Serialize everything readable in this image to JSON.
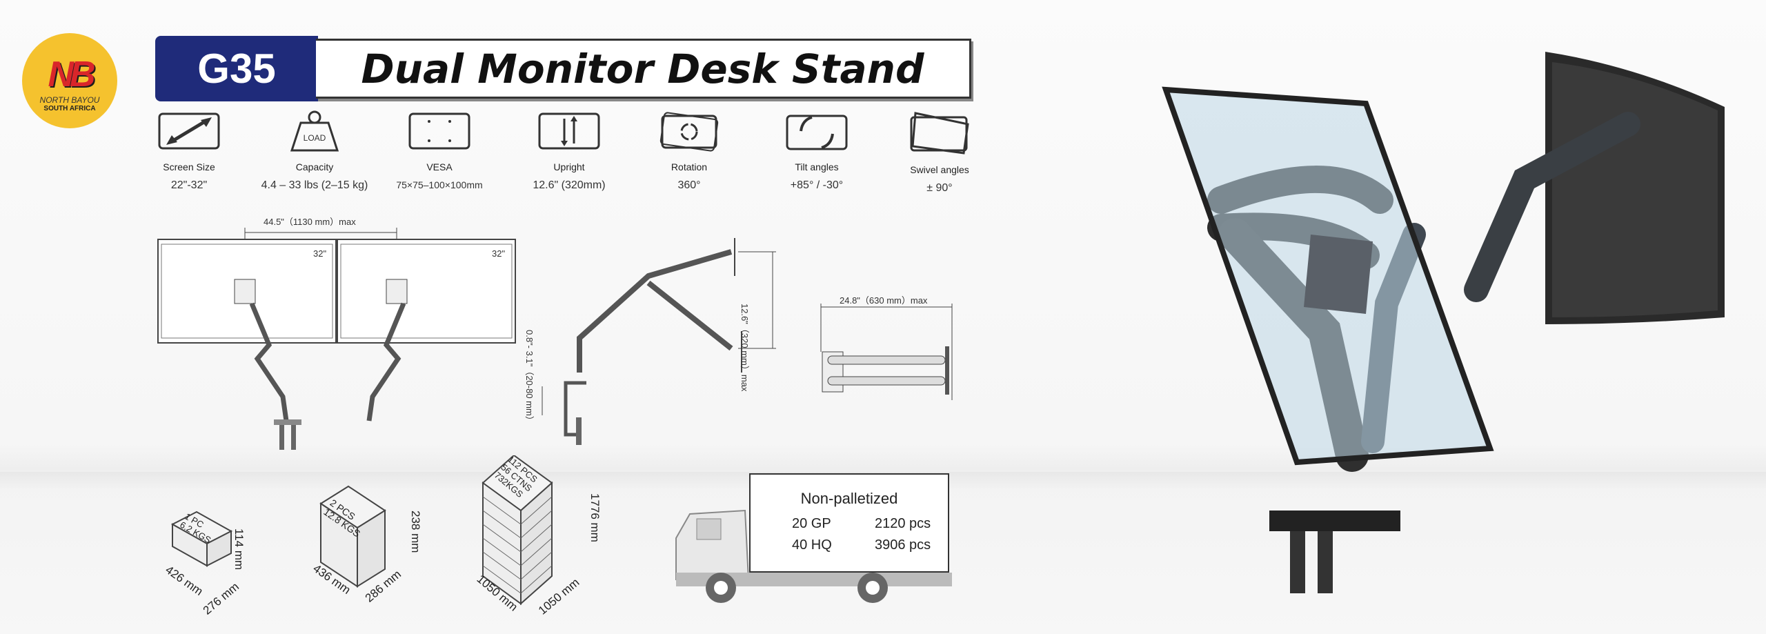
{
  "brand": {
    "logo_text": "NB",
    "name": "NORTH BAYOU",
    "region": "SOUTH AFRICA"
  },
  "header": {
    "model": "G35",
    "title": "Dual Monitor Desk Stand"
  },
  "specs": [
    {
      "icon": "diagonal-arrow-icon",
      "label": "Screen Size",
      "value": "22\"-32\""
    },
    {
      "icon": "weight-load-icon",
      "icon_text": "LOAD",
      "label": "Capacity",
      "value": "4.4 – 33 lbs (2–15 kg)"
    },
    {
      "icon": "vesa-holes-icon",
      "label": "VESA",
      "value": "75×75–100×100mm"
    },
    {
      "icon": "up-down-arrows-icon",
      "label": "Upright",
      "value": "12.6\" (320mm)"
    },
    {
      "icon": "rotation-icon",
      "label": "Rotation",
      "value": "360°"
    },
    {
      "icon": "tilt-icon",
      "label": "Tilt angles",
      "value": "+85°  /  -30°"
    },
    {
      "icon": "swivel-icon",
      "label": "Swivel angles",
      "value": "± 90°"
    }
  ],
  "diagrams": {
    "front_width": "44.5\"（1130 mm）max",
    "left_screen": "32\"",
    "right_screen": "32\"",
    "height_range": "12.6\"（320 mm）max",
    "clamp_range": "0.8\"- 3.1\"（20-80 mm）",
    "depth": "24.8\"（630 mm）max"
  },
  "packaging": [
    {
      "top": [
        "1 PC",
        "6.2 KGS"
      ],
      "height": "114 mm",
      "w": "426 mm",
      "d": "276 mm"
    },
    {
      "top": [
        "2 PCS",
        "12.8 KGS"
      ],
      "height": "238 mm",
      "w": "436 mm",
      "d": "286 mm"
    },
    {
      "top": [
        "112 PCS",
        "56 CTNS",
        "732KGS"
      ],
      "height": "1776 mm",
      "w": "1050 mm",
      "d": "1050 mm"
    }
  ],
  "shipping": {
    "title": "Non-palletized",
    "rows": [
      {
        "type": "20 GP",
        "qty": "2120 pcs"
      },
      {
        "type": "40 HQ",
        "qty": "3906  pcs"
      }
    ]
  }
}
